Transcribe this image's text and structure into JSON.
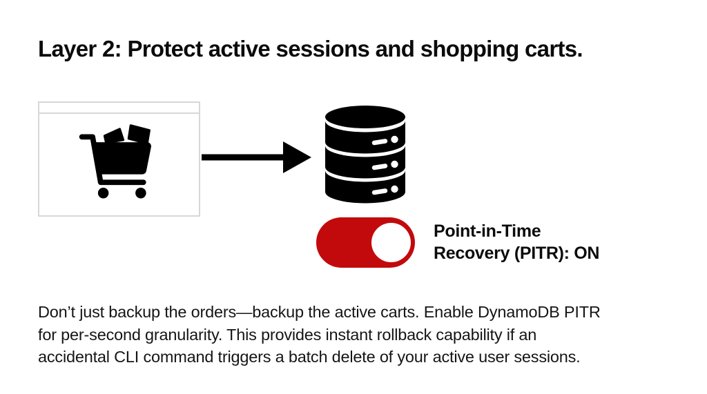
{
  "slide": {
    "title": "Layer 2: Protect active sessions and shopping carts.",
    "body_lines": [
      "Don’t just backup the orders—backup the active carts. Enable DynamoDB PITR",
      "for per-second granularity. This provides instant rollback capability if an",
      "accidental CLI command triggers a batch delete of your active user sessions."
    ]
  },
  "diagram": {
    "browser_window": {
      "icon": "shopping-cart-icon"
    },
    "flow": {
      "icon": "arrow-right-icon"
    },
    "database": {
      "icon": "database-icon"
    },
    "pitr_toggle": {
      "state": "ON",
      "color_on": "#c20a0d",
      "knob_color": "#ffffff",
      "label_line1": "Point-in-Time",
      "label_line2": "Recovery (PITR): ON"
    }
  }
}
